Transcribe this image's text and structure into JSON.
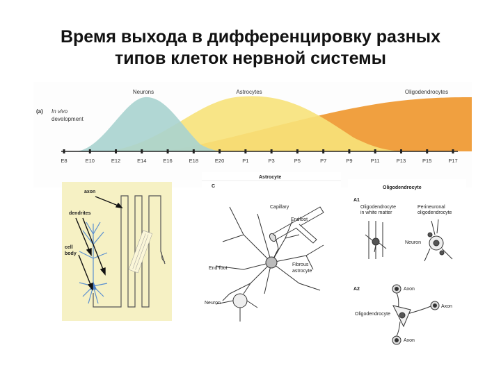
{
  "title": {
    "line1": "Время выхода в дифференцировку разных",
    "line2": "типов клеток  нервной системы"
  },
  "timeline": {
    "panel_label": "(a)",
    "context_line1": "In vivo",
    "context_line2": "development",
    "populations": [
      "Neurons",
      "Astrocytes",
      "Oligodendrocytes"
    ],
    "ticks": [
      "E8",
      "E10",
      "E12",
      "E14",
      "E16",
      "E18",
      "E20",
      "P1",
      "P3",
      "P5",
      "P7",
      "P9",
      "P11",
      "P13",
      "P15",
      "P17"
    ],
    "colors": {
      "neurons": "#a9d3cf",
      "astrocytes": "#f7e27a",
      "oligodendrocytes": "#f0a040"
    }
  },
  "panel_neuron": {
    "axon": "axon",
    "dendrites": "dendrites",
    "cell_body_1": "cell",
    "cell_body_2": "body"
  },
  "panel_astrocyte": {
    "letter": "C",
    "header": "Astrocyte",
    "capillary": "Capillary",
    "endfoot_top": "Endfoot",
    "endfoot_left": "End-foot",
    "fibrous_1": "Fibrous",
    "fibrous_2": "astrocyte",
    "neuron": "Neuron"
  },
  "panel_oligo": {
    "header": "Oligodendrocyte",
    "a1": "A1",
    "white_1": "Oligodendrocyte",
    "white_2": "in white matter",
    "perineuronal_1": "Perineuronal",
    "perineuronal_2": "oligodendrocyte",
    "neuron": "Neuron",
    "a2": "A2",
    "axon_top": "Axon",
    "axon_right": "Axon",
    "axon_bottom": "Axon",
    "oligo_label": "Oligodendrocyte"
  }
}
